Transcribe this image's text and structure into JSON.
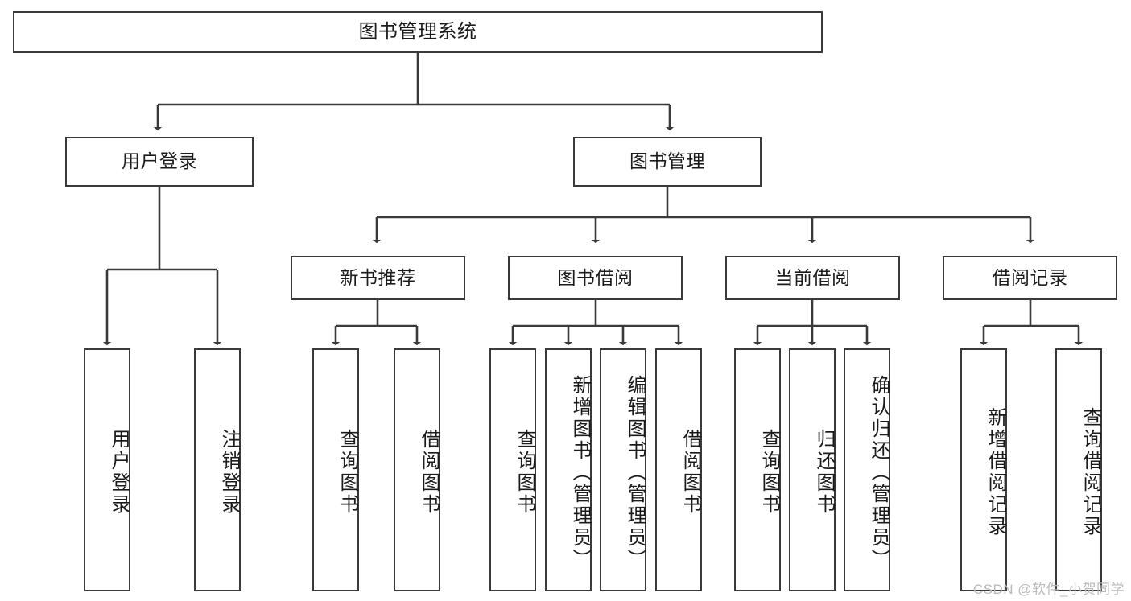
{
  "diagram": {
    "type": "tree",
    "title": "图书管理系统",
    "watermark": "CSDN @软件_小贺同学",
    "colors": {
      "stroke": "#3a3a3a",
      "fill": "#ffffff",
      "text": "#1b1b1b",
      "watermark": "#b9b9b9"
    },
    "nodes": {
      "root": {
        "label": "图书管理系统",
        "level": 1
      },
      "user_login": {
        "label": "用户登录",
        "level": 2
      },
      "book_manage": {
        "label": "图书管理",
        "level": 2
      },
      "new_book_rec": {
        "label": "新书推荐",
        "level": 3
      },
      "book_borrow": {
        "label": "图书借阅",
        "level": 3
      },
      "current_borrow": {
        "label": "当前借阅",
        "level": 3
      },
      "borrow_record": {
        "label": "借阅记录",
        "level": 3
      },
      "leaf_user_login": {
        "label": "用户登录",
        "level": 4
      },
      "leaf_logout": {
        "label": "注销登录",
        "level": 4
      },
      "leaf_query_book_1": {
        "label": "查询图书",
        "level": 4
      },
      "leaf_borrow_book_1": {
        "label": "借阅图书",
        "level": 4
      },
      "leaf_query_book_2": {
        "label": "查询图书",
        "level": 4
      },
      "leaf_add_book": {
        "label": "新增图书（管理员）",
        "level": 4
      },
      "leaf_edit_book": {
        "label": "编辑图书（管理员）",
        "level": 4
      },
      "leaf_borrow_book_2": {
        "label": "借阅图书",
        "level": 4
      },
      "leaf_query_book_3": {
        "label": "查询图书",
        "level": 4
      },
      "leaf_return_book": {
        "label": "归还图书",
        "level": 4
      },
      "leaf_confirm_return": {
        "label": "确认归还（管理员）",
        "level": 4
      },
      "leaf_add_record": {
        "label": "新增借阅记录",
        "level": 4
      },
      "leaf_query_record": {
        "label": "查询借阅记录",
        "level": 4
      }
    },
    "edges": [
      {
        "from": "root",
        "to": "user_login"
      },
      {
        "from": "root",
        "to": "book_manage"
      },
      {
        "from": "book_manage",
        "to": "new_book_rec"
      },
      {
        "from": "book_manage",
        "to": "book_borrow"
      },
      {
        "from": "book_manage",
        "to": "current_borrow"
      },
      {
        "from": "book_manage",
        "to": "borrow_record"
      },
      {
        "from": "user_login",
        "to": "leaf_user_login"
      },
      {
        "from": "user_login",
        "to": "leaf_logout"
      },
      {
        "from": "new_book_rec",
        "to": "leaf_query_book_1"
      },
      {
        "from": "new_book_rec",
        "to": "leaf_borrow_book_1"
      },
      {
        "from": "book_borrow",
        "to": "leaf_query_book_2"
      },
      {
        "from": "book_borrow",
        "to": "leaf_add_book"
      },
      {
        "from": "book_borrow",
        "to": "leaf_edit_book"
      },
      {
        "from": "book_borrow",
        "to": "leaf_borrow_book_2"
      },
      {
        "from": "current_borrow",
        "to": "leaf_query_book_3"
      },
      {
        "from": "current_borrow",
        "to": "leaf_return_book"
      },
      {
        "from": "current_borrow",
        "to": "leaf_confirm_return"
      },
      {
        "from": "borrow_record",
        "to": "leaf_add_record"
      },
      {
        "from": "borrow_record",
        "to": "leaf_query_record"
      }
    ]
  }
}
